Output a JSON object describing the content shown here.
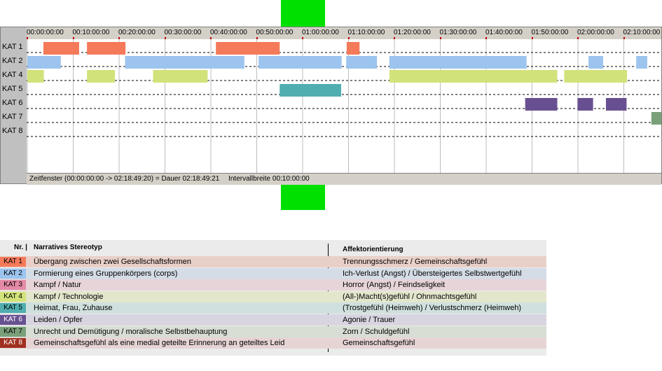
{
  "chart_data": {
    "type": "timeline",
    "time_unit": "minutes",
    "x_range_minutes": [
      0,
      138.82
    ],
    "tick_labels": [
      "00:00:00:00",
      "00:10:00:00",
      "00:20:00:00",
      "00:30:00:00",
      "00:40:00:00",
      "00:50:00:00",
      "01:00:00:00",
      "01:10:00:00",
      "01:20:00:00",
      "01:30:00:00",
      "01:40:00:00",
      "01:50:00:00",
      "02:00:00:00",
      "02:10:00:00"
    ],
    "tick_minutes": [
      0,
      10,
      20,
      30,
      40,
      50,
      60,
      70,
      80,
      90,
      100,
      110,
      120,
      130
    ],
    "categories": [
      "KAT 1",
      "KAT 2",
      "KAT 4",
      "KAT 5",
      "KAT 6",
      "KAT 7",
      "KAT 8"
    ],
    "series": [
      {
        "category": "KAT 1",
        "color": "#f47a5a",
        "intervals": [
          [
            3.5,
            11.3
          ],
          [
            13.0,
            21.4
          ],
          [
            41.1,
            55.0
          ],
          [
            69.6,
            72.4
          ]
        ]
      },
      {
        "category": "KAT 2",
        "color": "#9cc4ee",
        "intervals": [
          [
            0,
            7.3
          ],
          [
            21.3,
            47.3
          ],
          [
            50.4,
            68.5
          ],
          [
            69.5,
            76.2
          ],
          [
            78.9,
            108.8
          ],
          [
            122.3,
            125.5
          ],
          [
            132.7,
            135.1
          ]
        ]
      },
      {
        "category": "KAT 4",
        "color": "#d2e27a",
        "intervals": [
          [
            0,
            3.6
          ],
          [
            13.0,
            19.1
          ],
          [
            27.4,
            39.3
          ],
          [
            78.9,
            115.5
          ],
          [
            117.0,
            130.7
          ]
        ]
      },
      {
        "category": "KAT 5",
        "color": "#50aeb0",
        "intervals": [
          [
            55.0,
            68.4
          ]
        ]
      },
      {
        "category": "KAT 6",
        "color": "#685090",
        "intervals": [
          [
            108.5,
            115.5
          ],
          [
            119.9,
            123.3
          ],
          [
            126.1,
            130.6
          ]
        ]
      },
      {
        "category": "KAT 7",
        "color": "#7aa07a",
        "intervals": [
          [
            136.0,
            138.8
          ]
        ]
      },
      {
        "category": "KAT 8",
        "color": "#a03020",
        "intervals": []
      }
    ]
  },
  "footer": {
    "zeitfenster": "Zeitfenster (00:00:00:00 -> 02:18:49:20) = Dauer 02:18:49:21",
    "intervallbreite": "Intervallbreite 00:10:00:00"
  },
  "legend": {
    "header_nr": "Nr. |",
    "header_stereotyp": "Narratives Stereotyp",
    "header_affekt": "Affektorientierung",
    "rows": [
      {
        "kat": "KAT 1",
        "swatch": "#f47a5a",
        "bg": "#e8d0c8",
        "stereotyp": "Übergang zwischen zwei Gesellschaftsformen",
        "affekt": "Trennungsschmerz / Gemeinschaftsgefühl"
      },
      {
        "kat": "KAT 2",
        "swatch": "#9cc4ee",
        "bg": "#d4dce6",
        "stereotyp": "Formierung eines Gruppenkörpers (corps)",
        "affekt": "Ich-Verlust (Angst) / Übersteigertes Selbstwertgefühl"
      },
      {
        "kat": "KAT 3",
        "swatch": "#e48aa6",
        "bg": "#e6d4d8",
        "stereotyp": "Kampf / Natur",
        "affekt": "Horror (Angst) / Feindseligkeit"
      },
      {
        "kat": "KAT 4",
        "swatch": "#d2e27a",
        "bg": "#e4e6cc",
        "stereotyp": "Kampf / Technologie",
        "affekt": "(All-)Macht(s)gefühl / Ohnmachtsgefühl"
      },
      {
        "kat": "KAT 5",
        "swatch": "#50aeb0",
        "bg": "#d0e0de",
        "stereotyp": "Heimat, Frau, Zuhause",
        "affekt": "(Trostgefühl (Heimweh) / Verlustschmerz (Heimweh)"
      },
      {
        "kat": "KAT 6",
        "swatch": "#685090",
        "bg": "#d8d4e0",
        "stereotyp": "Leiden / Opfer",
        "affekt": "Agonie / Trauer"
      },
      {
        "kat": "KAT 7",
        "swatch": "#7aa07a",
        "bg": "#d8ded4",
        "stereotyp": "Unrecht und Demütigung / moralische Selbstbehauptung",
        "affekt": "Zorn / Schuldgefühl"
      },
      {
        "kat": "KAT 8",
        "swatch": "#a03020",
        "bg": "#e6d4d4",
        "stereotyp": "Gemeinschaftsgefühl als eine medial geteilte Erinnerung an geteiltes Leid",
        "affekt": "Gemeinschaftsgefühl"
      }
    ]
  },
  "colors": {
    "marker_green": "#00e000",
    "dark_text_swatches": [
      "KAT 6",
      "KAT 8"
    ]
  }
}
